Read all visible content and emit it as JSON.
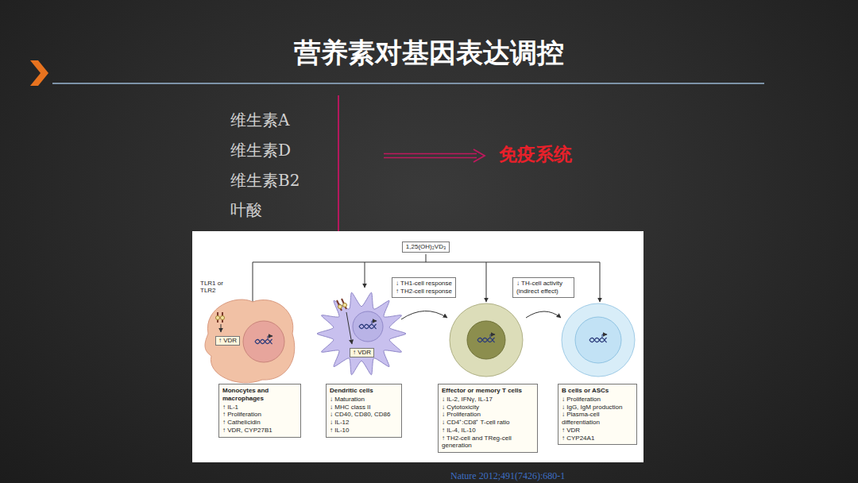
{
  "diagram": {
    "title": "营养素对基因表达调控",
    "caption": "Nature 2012;491(7426):680-1",
    "nodes": [
      {
        "text": [
          "1,25(OH)₂VD₃"
        ]
      },
      {
        "text": [
          "↓ TH1-cell response",
          "↑ TH2-cell response"
        ]
      },
      {
        "text": [
          "↓ TH-cell activity (indirect effect)"
        ]
      },
      {
        "text": [
          "↑ VDR"
        ]
      },
      {
        "text": [
          "↑ VDR"
        ]
      },
      {
        "text": [
          "Monocytes and macrophages",
          "↑ IL-1",
          "↑ Proliferation",
          "↑ Cathelicidin",
          "↑ VDR, CYP27B1"
        ]
      },
      {
        "text": [
          "Dendritic cells",
          "↓ Maturation",
          "↓ MHC class II",
          "↓ CD40, CD80, CD86",
          "↓ IL-12",
          "↑ IL-10"
        ]
      },
      {
        "text": [
          "Effector or memory T cells",
          "↓ IL-2, IFNγ, IL-17",
          "↓ Cytotoxicity",
          "↓ Proliferation",
          "↓ CD4⁺:CD8⁺ T-cell ratio",
          "↑ IL-4, IL-10",
          "↑ TH2-cell and TReg-cell generation"
        ]
      },
      {
        "text": [
          "B cells or ASCs",
          "↓ Proliferation",
          "↓ IgG, IgM production",
          "↓ Plasma-cell differentiation",
          "↑ VDR",
          "↑ CYP24A1"
        ]
      }
    ],
    "labels": [
      "维生素A",
      "维生素D",
      "维生素B2",
      "叶酸",
      "免疫系统",
      "TLR1 or TLR2"
    ]
  }
}
